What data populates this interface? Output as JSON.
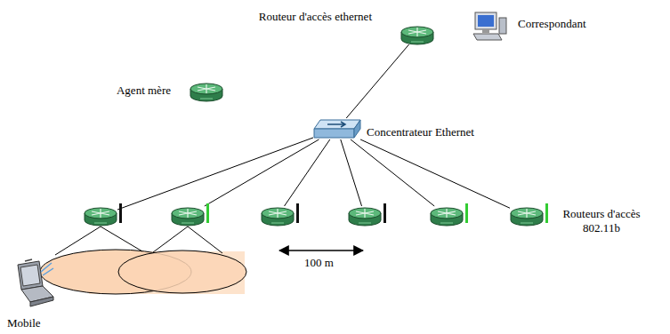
{
  "diagram": {
    "nodes": [
      {
        "text": [
          "Routeur d'accès ethernet"
        ]
      },
      {
        "text": [
          "Correspondant"
        ]
      },
      {
        "text": [
          "Agent mère"
        ]
      },
      {
        "text": [
          "Concentrateur Ethernet"
        ]
      },
      {
        "text": []
      },
      {
        "text": []
      },
      {
        "text": []
      },
      {
        "text": []
      },
      {
        "text": []
      },
      {
        "text": [
          "Routeurs d'accès 802.11b"
        ]
      },
      {
        "text": [
          "Mobile"
        ]
      }
    ],
    "edges": [
      {
        "from": 3,
        "to": 0,
        "arrow": "none"
      },
      {
        "from": 3,
        "to": 4,
        "arrow": "none"
      },
      {
        "from": 3,
        "to": 5,
        "arrow": "none"
      },
      {
        "from": 3,
        "to": 6,
        "arrow": "none"
      },
      {
        "from": 3,
        "to": 7,
        "arrow": "none"
      },
      {
        "from": 3,
        "to": 8,
        "arrow": "none"
      },
      {
        "from": 3,
        "to": 9,
        "arrow": "none"
      }
    ],
    "labels": [
      "100 m"
    ]
  }
}
